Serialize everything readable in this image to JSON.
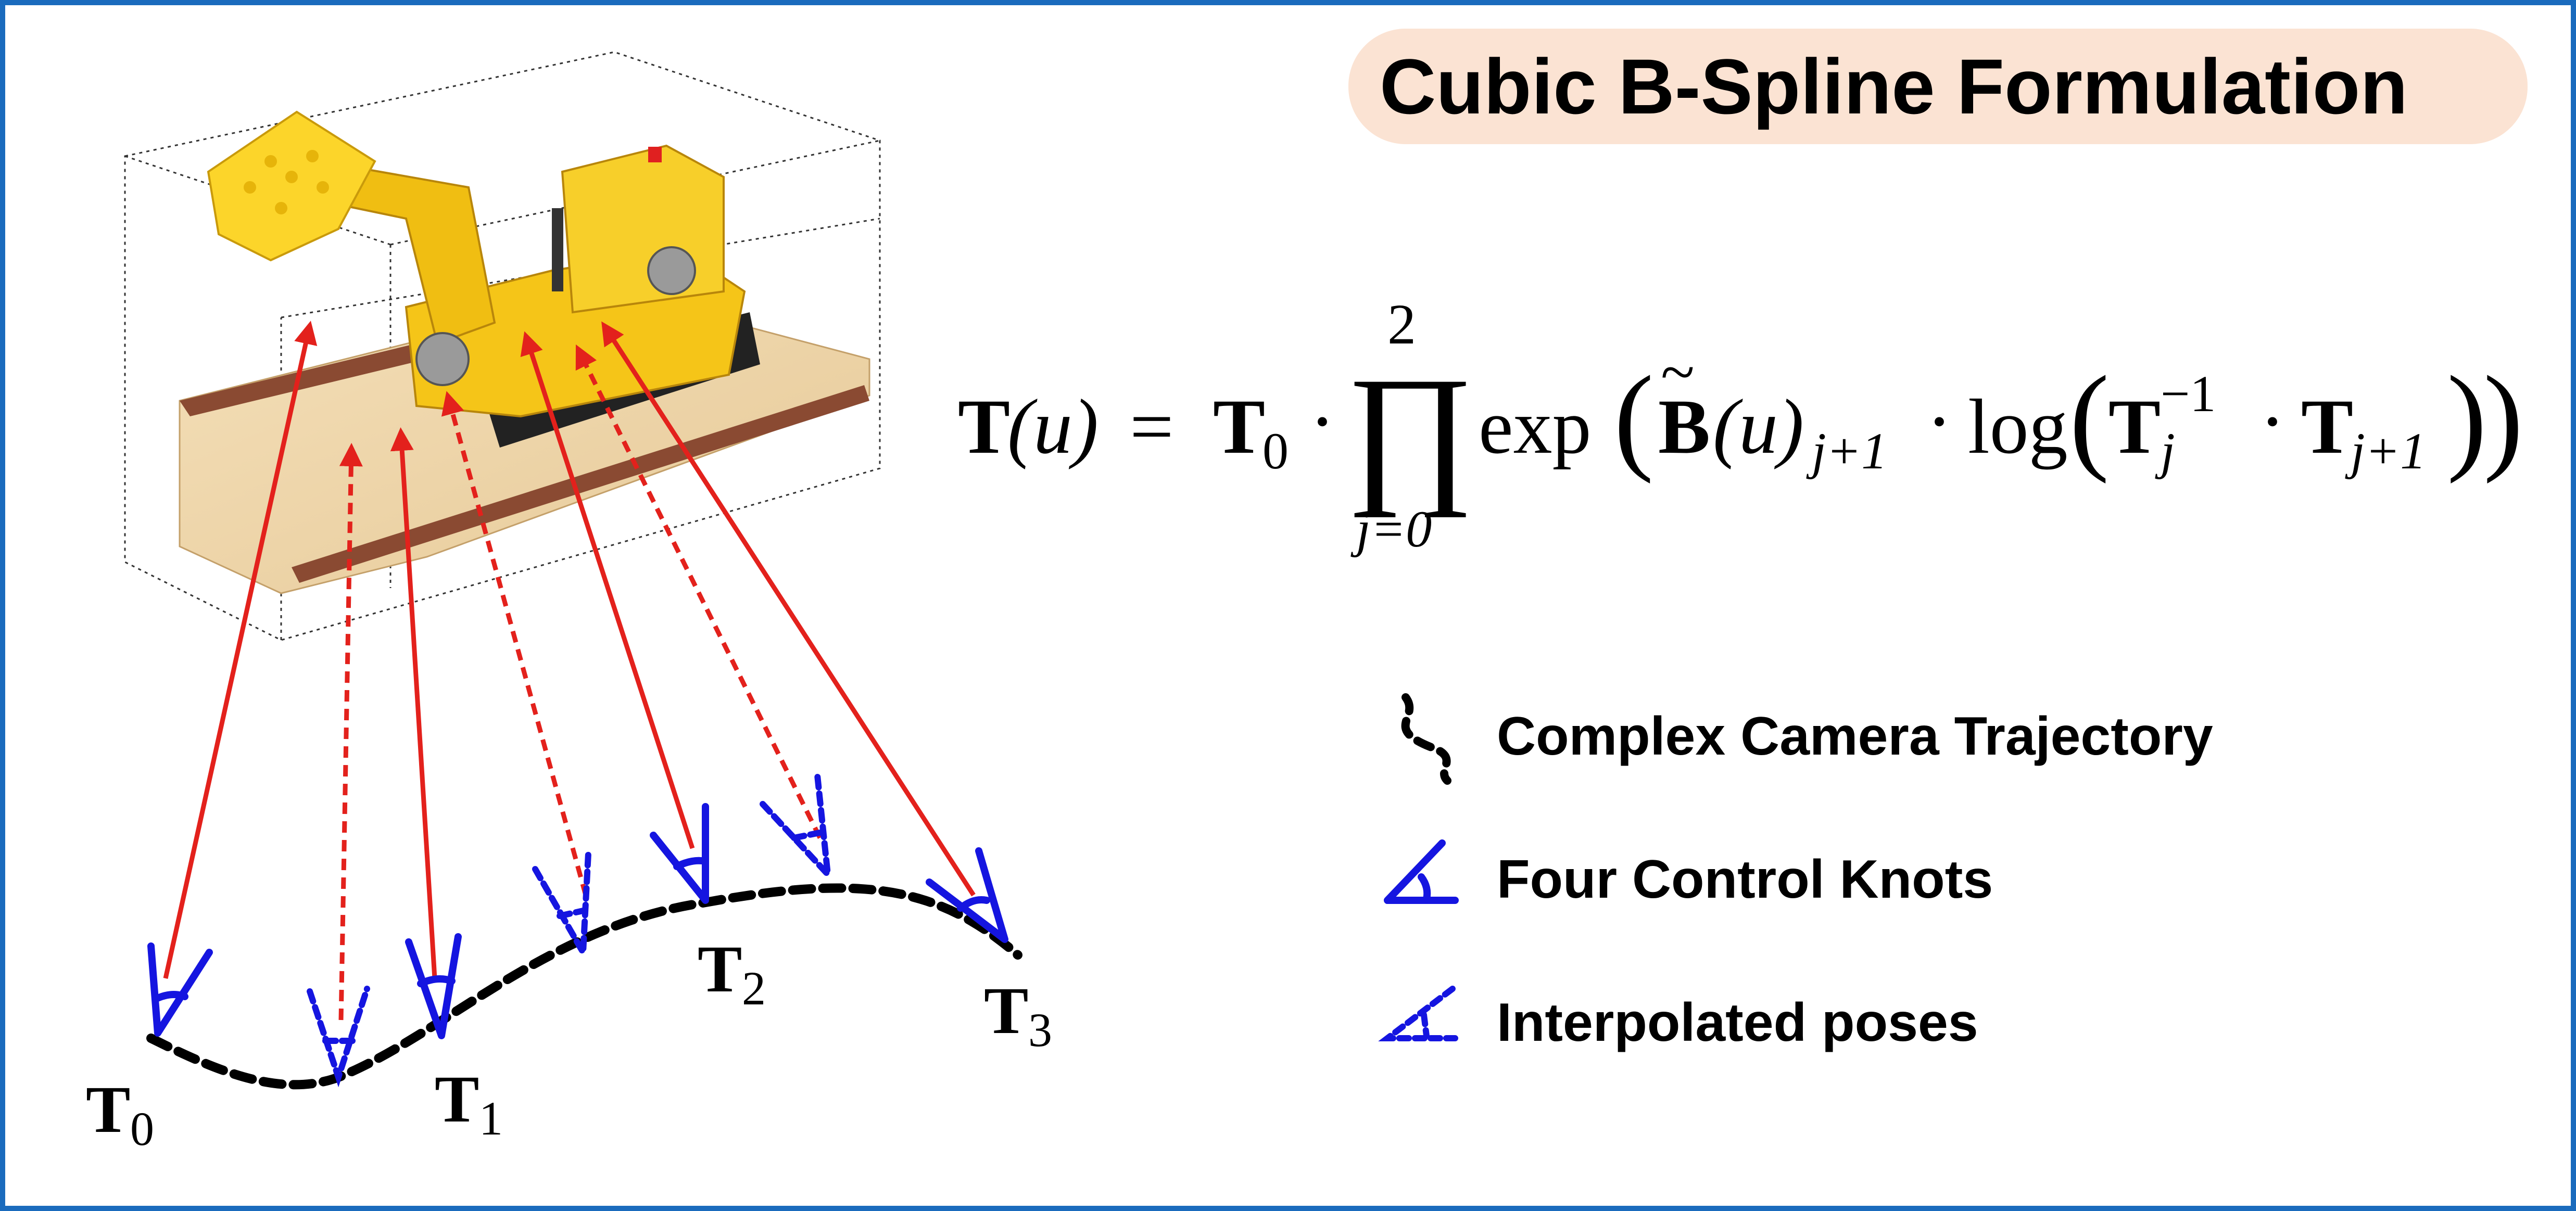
{
  "title": "Cubic B-Spline Formulation",
  "colors": {
    "border": "#1a6bbd",
    "title_bg": "#fbe3d3",
    "arrow": "#e3211c",
    "camera": "#1515e0",
    "trajectory": "#000000"
  },
  "formula": {
    "lhs_T": "T",
    "lhs_u": "(u)",
    "equals": "=",
    "T0": "T",
    "T0_sub": "0",
    "dot": "·",
    "prod": "∏",
    "prod_upper": "2",
    "prod_lower": "j=0",
    "exp": "exp",
    "B": "B",
    "B_tilde": "~",
    "B_arg": "(u)",
    "B_sub": "j+1",
    "log": "log",
    "Tj": "T",
    "Tj_sub": "j",
    "Tj_sup": "−1",
    "Tj1": "T",
    "Tj1_sub": "j+1"
  },
  "knots": [
    {
      "label": "T",
      "sub": "0"
    },
    {
      "label": "T",
      "sub": "1"
    },
    {
      "label": "T",
      "sub": "2"
    },
    {
      "label": "T",
      "sub": "3"
    }
  ],
  "legend": {
    "trajectory": "Complex Camera Trajectory",
    "control_knots": "Four Control Knots",
    "interpolated": "Interpolated poses"
  }
}
